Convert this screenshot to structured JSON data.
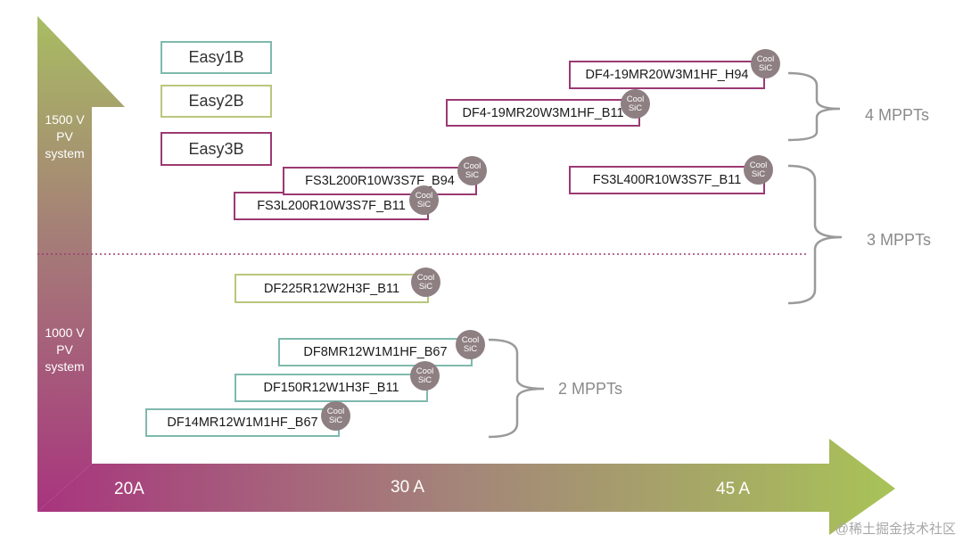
{
  "colors": {
    "easy1b": "#7fb9ae",
    "easy2b": "#b9c77c",
    "easy3b": "#9b3a72",
    "badge": "#8e7f82",
    "bracket": "#9a9a9a",
    "divider": "#9b3a72"
  },
  "axis": {
    "y_top_label": "1500 V\nPV\nsystem",
    "y_bottom_label": "1000 V\nPV\nsystem",
    "x_ticks": [
      "20A",
      "30 A",
      "45 A"
    ]
  },
  "legend": [
    {
      "label": "Easy1B",
      "family": "easy1b"
    },
    {
      "label": "Easy2B",
      "family": "easy2b"
    },
    {
      "label": "Easy3B",
      "family": "easy3b"
    }
  ],
  "badge": {
    "line1": "Cool",
    "line2": "SiC"
  },
  "products": [
    {
      "label": "DF4-19MR20W3M1HF_H94",
      "family": "easy3b"
    },
    {
      "label": "DF4-19MR20W3M1HF_B11",
      "family": "easy3b"
    },
    {
      "label": "FS3L200R10W3S7F_B94",
      "family": "easy3b"
    },
    {
      "label": "FS3L200R10W3S7F_B11",
      "family": "easy3b"
    },
    {
      "label": "FS3L400R10W3S7F_B11",
      "family": "easy3b"
    },
    {
      "label": "DF225R12W2H3F_B11",
      "family": "easy2b"
    },
    {
      "label": "DF8MR12W1M1HF_B67",
      "family": "easy1b"
    },
    {
      "label": "DF150R12W1H3F_B11",
      "family": "easy1b"
    },
    {
      "label": "DF14MR12W1M1HF_B67",
      "family": "easy1b"
    }
  ],
  "groups": [
    "4 MPPTs",
    "3 MPPTs",
    "2 MPPTs"
  ],
  "watermark": "@稀土掘金技术社区"
}
